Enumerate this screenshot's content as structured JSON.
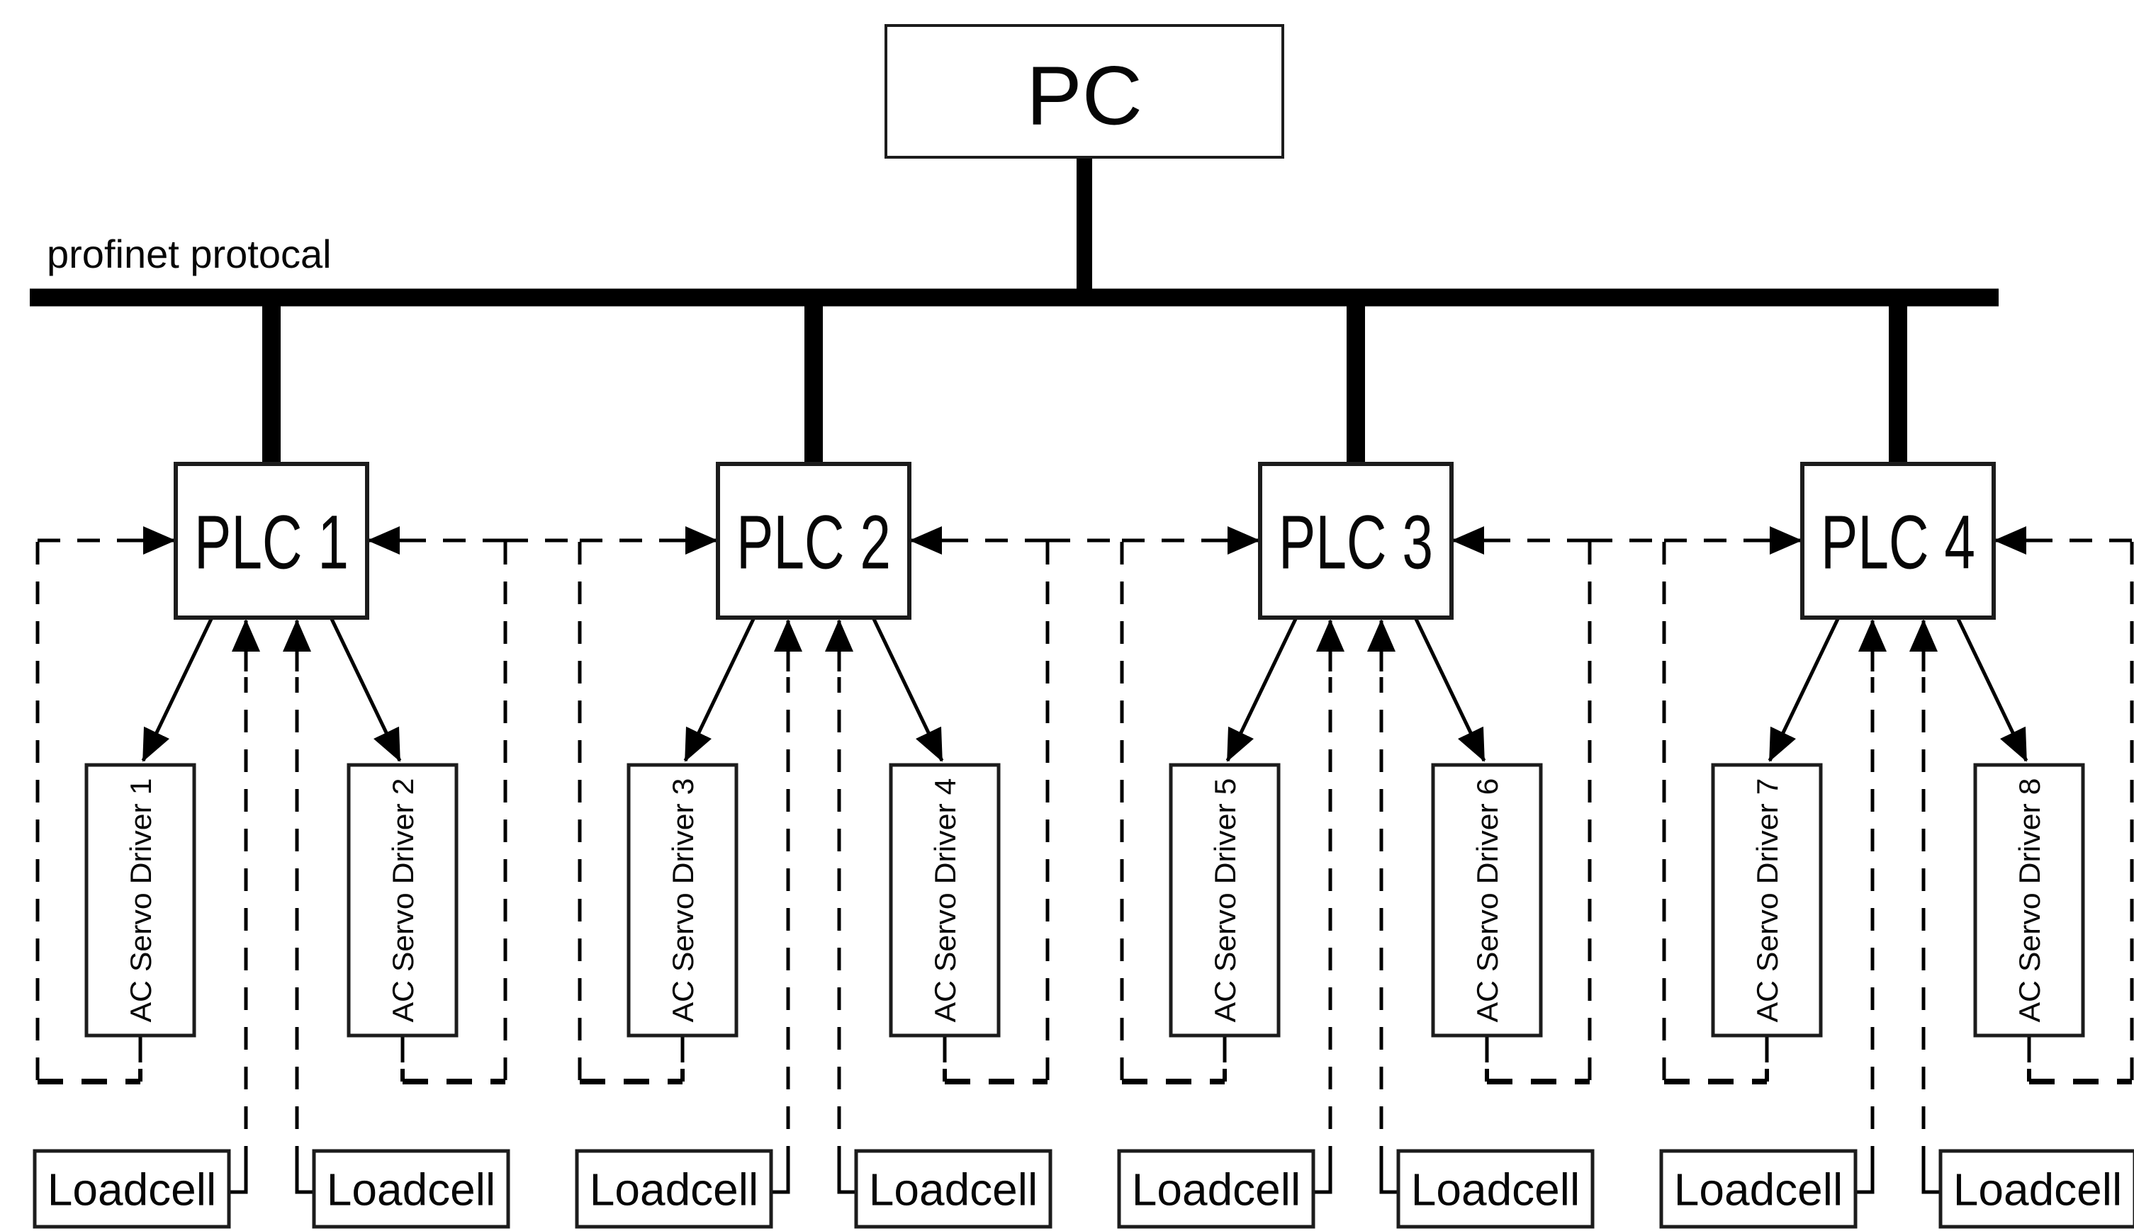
{
  "diagram": {
    "background": "#ffffff",
    "line_color": "#000000",
    "box_border_color": "#1c1c1c",
    "text_color": "#060606",
    "bus_label": "profinet protocal",
    "pc_label": "PC",
    "groups": [
      {
        "plc_label": "PLC 1",
        "servo_left": "AC Servo Driver 1",
        "servo_right": "AC Servo Driver 2",
        "loadcell_left": "Loadcell",
        "loadcell_right": "Loadcell"
      },
      {
        "plc_label": "PLC 2",
        "servo_left": "AC Servo Driver 3",
        "servo_right": "AC Servo Driver 4",
        "loadcell_left": "Loadcell",
        "loadcell_right": "Loadcell"
      },
      {
        "plc_label": "PLC 3",
        "servo_left": "AC Servo Driver 5",
        "servo_right": "AC Servo Driver 6",
        "loadcell_left": "Loadcell",
        "loadcell_right": "Loadcell"
      },
      {
        "plc_label": "PLC 4",
        "servo_left": "AC Servo Driver 7",
        "servo_right": "AC Servo Driver 8",
        "loadcell_left": "Loadcell",
        "loadcell_right": "Loadcell"
      }
    ]
  }
}
